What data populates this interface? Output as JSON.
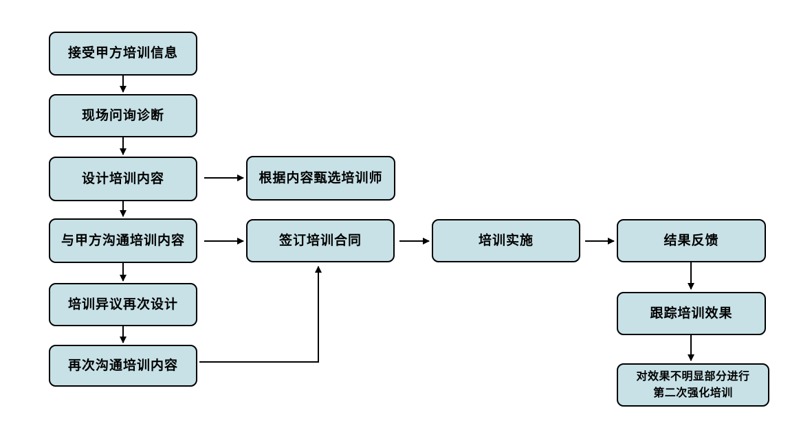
{
  "diagram": {
    "type": "flowchart",
    "background": "#ffffff",
    "node_fill": "#c7e1e6",
    "node_border": "#000000",
    "arrow_color": "#000000",
    "nodes": [
      {
        "id": "receive-training-info",
        "label": "接受甲方培训信息"
      },
      {
        "id": "onsite-inquiry-diagnosis",
        "label": "现场问询诊断"
      },
      {
        "id": "design-training-content",
        "label": "设计培训内容"
      },
      {
        "id": "communicate-training-content-with-party-a",
        "label": "与甲方沟通培训内容"
      },
      {
        "id": "training-objection-redesign",
        "label": "培训异议再次设计"
      },
      {
        "id": "communicate-training-content-again",
        "label": "再次沟通培训内容"
      },
      {
        "id": "select-trainer-by-content",
        "label": "根据内容甄选培训师"
      },
      {
        "id": "sign-training-contract",
        "label": "签订培训合同"
      },
      {
        "id": "training-implementation",
        "label": "培训实施"
      },
      {
        "id": "result-feedback",
        "label": "结果反馈"
      },
      {
        "id": "track-training-effect",
        "label": "跟踪培训效果"
      },
      {
        "id": "second-intensive-training",
        "label": "对效果不明显部分进行第二次强化培训",
        "lines": [
          "对效果不明显部分进行",
          "第二次强化培训"
        ]
      }
    ],
    "edges": [
      {
        "from": "receive-training-info",
        "to": "onsite-inquiry-diagnosis"
      },
      {
        "from": "onsite-inquiry-diagnosis",
        "to": "design-training-content"
      },
      {
        "from": "design-training-content",
        "to": "select-trainer-by-content"
      },
      {
        "from": "design-training-content",
        "to": "communicate-training-content-with-party-a"
      },
      {
        "from": "communicate-training-content-with-party-a",
        "to": "sign-training-contract"
      },
      {
        "from": "communicate-training-content-with-party-a",
        "to": "training-objection-redesign"
      },
      {
        "from": "training-objection-redesign",
        "to": "communicate-training-content-again"
      },
      {
        "from": "communicate-training-content-again",
        "to": "sign-training-contract"
      },
      {
        "from": "sign-training-contract",
        "to": "training-implementation"
      },
      {
        "from": "training-implementation",
        "to": "result-feedback"
      },
      {
        "from": "result-feedback",
        "to": "track-training-effect"
      },
      {
        "from": "track-training-effect",
        "to": "second-intensive-training"
      }
    ]
  }
}
